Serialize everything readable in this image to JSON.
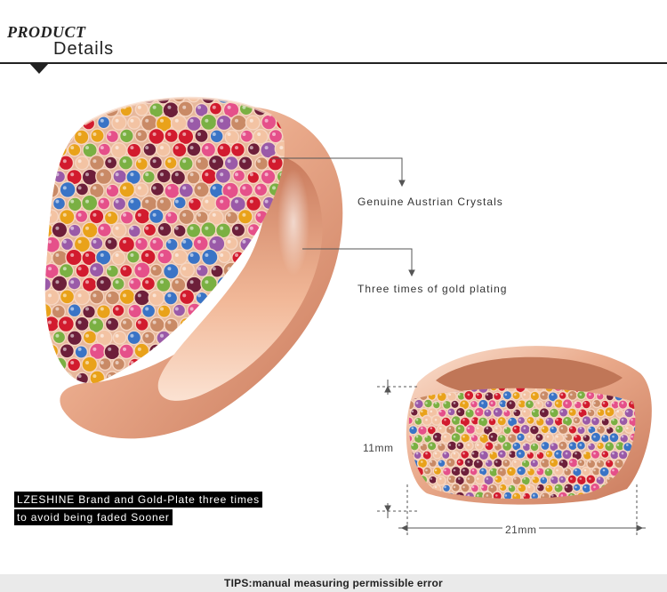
{
  "header": {
    "product": "PRODUCT",
    "details": "Details"
  },
  "annotations": {
    "crystals": "Genuine Austrian Crystals",
    "plating": "Three times of gold plating"
  },
  "callout": {
    "line1": "LZESHINE Brand and Gold-Plate three times",
    "line2": "to avoid being faded Sooner"
  },
  "dimensions": {
    "height": "11mm",
    "width": "21mm"
  },
  "footer": {
    "tips": "TIPS:manual measuring permissible error"
  },
  "colors": {
    "rose_gold": "#e9a98a",
    "rose_gold_dark": "#c97a5c",
    "rose_gold_light": "#f8d9c6",
    "stones": [
      "#d21b2e",
      "#e5508a",
      "#6d1f3a",
      "#e9a21a",
      "#7ab043",
      "#3a74c6",
      "#c98a66",
      "#9a5aa8",
      "#f3c3a3"
    ]
  }
}
